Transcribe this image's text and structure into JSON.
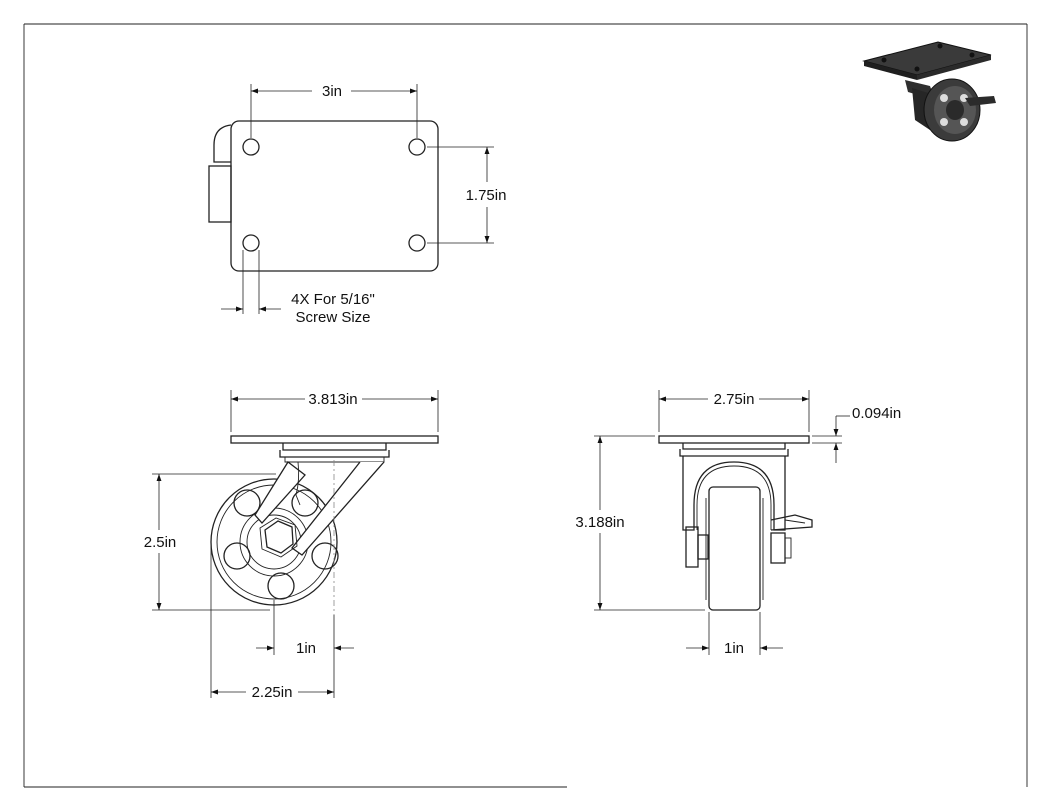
{
  "sheet": {
    "border_color": "#222222",
    "background": "#ffffff"
  },
  "top_view": {
    "dim_hole_spacing_x": "3in",
    "dim_hole_spacing_y": "1.75in",
    "hole_note_line1": "4X For 5/16\"",
    "hole_note_line2": "Screw Size"
  },
  "side_view": {
    "dim_plate_length": "3.813in",
    "dim_height_to_wheel": "2.5in",
    "dim_offset": "1in",
    "dim_swivel_radius": "2.25in"
  },
  "front_view": {
    "dim_plate_width": "2.75in",
    "dim_plate_thickness": "0.094in",
    "dim_overall_height": "3.188in",
    "dim_wheel_width": "1in"
  },
  "iso_view": {
    "icon": "caster-wheel-render-icon",
    "body_color": "#2f2f2f"
  }
}
